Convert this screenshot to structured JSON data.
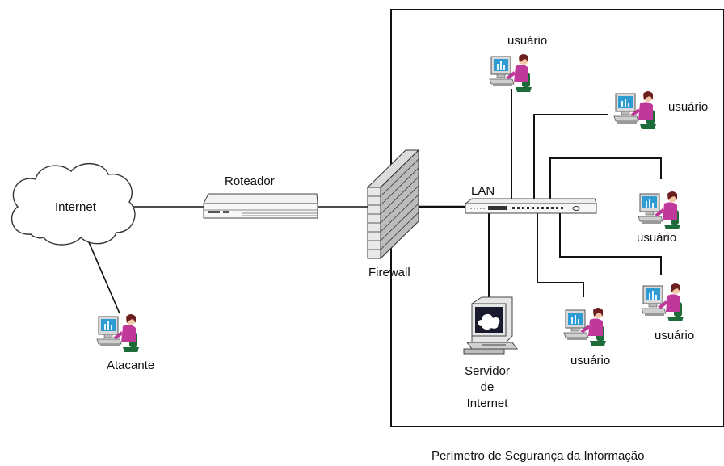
{
  "labels": {
    "internet": "Internet",
    "router": "Roteador",
    "firewall": "Firewall",
    "lan": "LAN",
    "attacker": "Atacante",
    "server_line1": "Servidor",
    "server_line2": "de",
    "server_line3": "Internet",
    "user_1": "usuário",
    "user_2": "usuário",
    "user_3": "usuário",
    "user_4": "usuário",
    "user_5": "usuário",
    "perimeter": "Perímetro de Segurança da Informação"
  },
  "colors": {
    "line": "#111111",
    "cloud_stroke": "#333333",
    "monitor_screen": "#2f9bd3",
    "person_shirt": "#c0399a",
    "person_hair": "#6b1f1f",
    "chair": "#1e6b3a",
    "brick_fill": "#e8e8e8"
  },
  "icons": [
    "cloud-icon",
    "router-icon",
    "firewall-wall-icon",
    "switch-icon",
    "server-computer-icon",
    "user-workstation-icon"
  ]
}
